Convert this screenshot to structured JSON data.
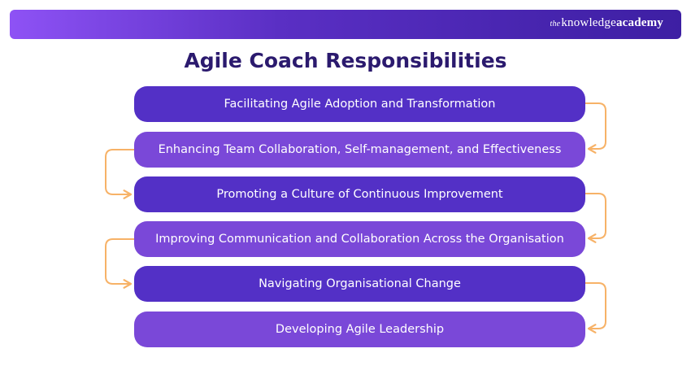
{
  "header": {
    "logo_the": "the",
    "logo_knowledge": "knowledge",
    "logo_academy": "academy"
  },
  "title": "Agile Coach Responsibilities",
  "steps": [
    "Facilitating Agile Adoption and Transformation",
    "Enhancing Team Collaboration, Self-management, and Effectiveness",
    "Promoting a Culture of Continuous Improvement",
    "Improving Communication and Collaboration Across the Organisation",
    "Navigating Organisational Change",
    "Developing Agile Leadership"
  ],
  "colors": {
    "dark_step": "#5330c6",
    "light_step": "#7a48d8",
    "connector": "#f7b267",
    "title": "#2b1a6e"
  }
}
